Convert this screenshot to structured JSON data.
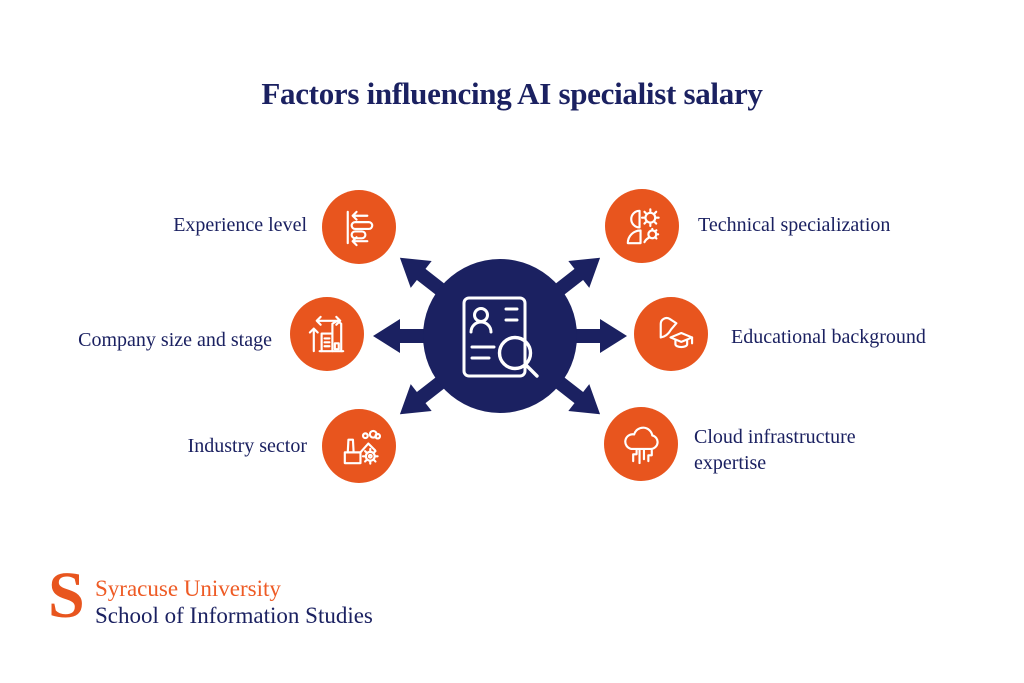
{
  "title": "Factors influencing AI specialist salary",
  "colors": {
    "navy": "#1B2161",
    "orange": "#E8551E",
    "logo_orange": "#EE5B25",
    "background": "#FFFFFF",
    "icon_stroke": "#FFFFFF"
  },
  "hub": {
    "icon": "resume-search-icon",
    "arrow_count": 6
  },
  "factors": [
    {
      "id": "experience-level",
      "label": "Experience level",
      "icon": "bar-chart-arrows-icon",
      "side": "left"
    },
    {
      "id": "company-size-and-stage",
      "label": "Company size and stage",
      "icon": "building-growth-icon",
      "side": "left"
    },
    {
      "id": "industry-sector",
      "label": "Industry sector",
      "icon": "factory-gear-icon",
      "side": "left"
    },
    {
      "id": "technical-specialization",
      "label": "Technical specialization",
      "icon": "person-gears-icon",
      "side": "right"
    },
    {
      "id": "educational-background",
      "label": "Educational background",
      "icon": "graduation-cap-icon",
      "side": "right"
    },
    {
      "id": "cloud-infrastructure",
      "label": "Cloud infrastructure expertise",
      "icon": "cloud-circuit-icon",
      "side": "right"
    }
  ],
  "footer": {
    "logo_letter": "S",
    "university": "Syracuse University",
    "school": "School of Information Studies"
  }
}
